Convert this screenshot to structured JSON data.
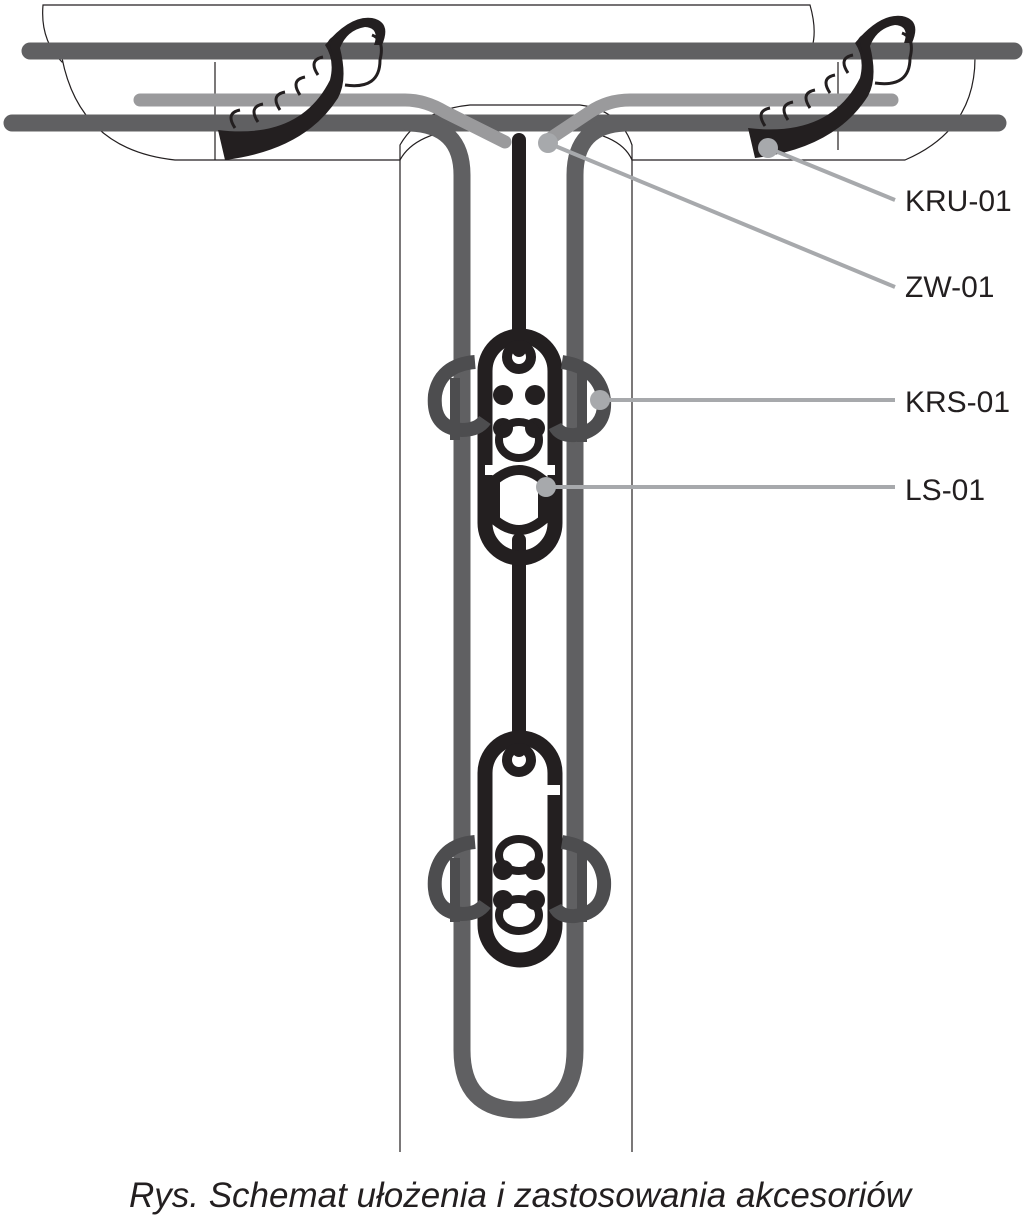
{
  "labels": {
    "kru": "KRU-01",
    "zw": "ZW-01",
    "krs": "KRS-01",
    "ls": "LS-01"
  },
  "caption": "Rys. Schemat ułożenia i zastosowania akcesoriów",
  "colors": {
    "rope_dark_gray": "#606062",
    "rope_light_gray": "#9a9a9c",
    "link_black": "#231f20",
    "clamp_gray": "#4d4d4f",
    "leader_gray": "#a7a9ac",
    "outline": "#231f20"
  }
}
